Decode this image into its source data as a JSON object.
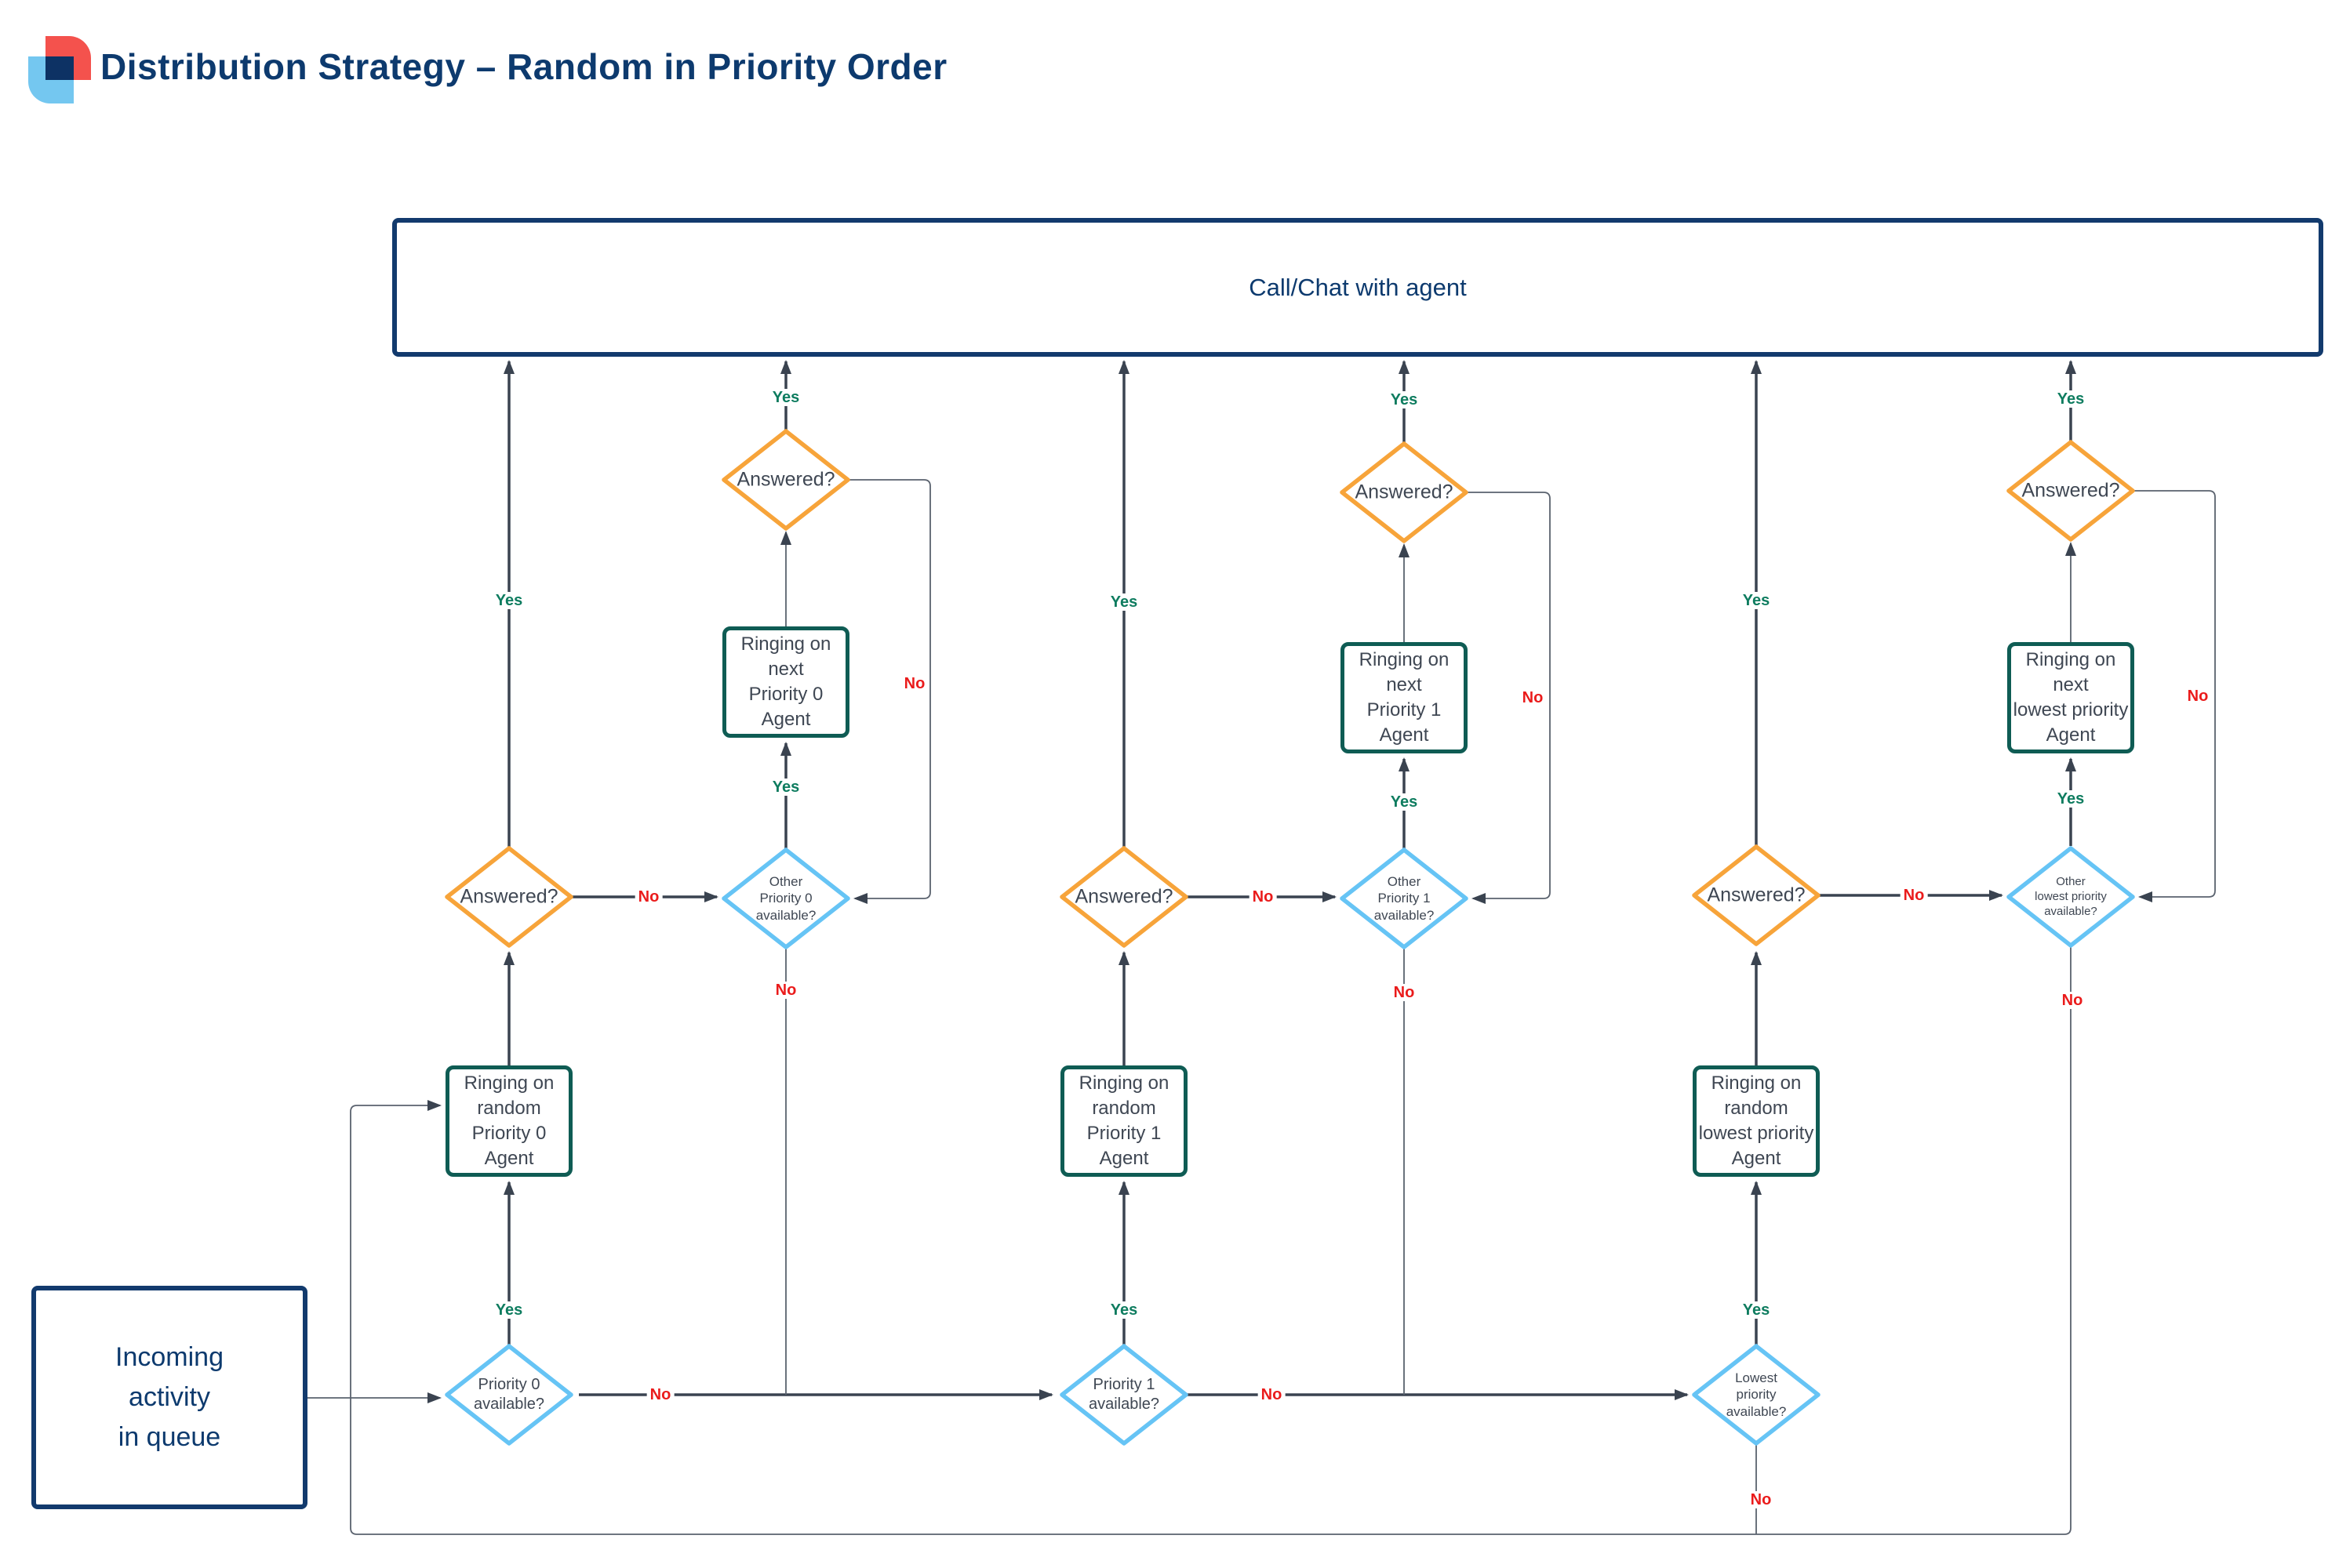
{
  "page": {
    "title": "Distribution Strategy – Random in Priority Order"
  },
  "labels": {
    "yes": "Yes",
    "no": "No"
  },
  "nodes": {
    "call_chat": "Call/Chat with agent",
    "incoming": "Incoming\nactivity\nin queue",
    "ringing_random_p0": "Ringing on\nrandom\nPriority 0\nAgent",
    "ringing_next_p0": "Ringing on\nnext\nPriority 0\nAgent",
    "ringing_random_p1": "Ringing on\nrandom\nPriority 1\nAgent",
    "ringing_next_p1": "Ringing on\nnext\nPriority 1\nAgent",
    "ringing_random_lowest": "Ringing on\nrandom\nlowest priority\nAgent",
    "ringing_next_lowest": "Ringing on\nnext\nlowest priority\nAgent",
    "answered": "Answered?",
    "p0_available": "Priority 0\navailable?",
    "other_p0_available": "Other\nPriority 0\navailable?",
    "p1_available": "Priority 1\navailable?",
    "other_p1_available": "Other\nPriority 1\navailable?",
    "lowest_available": "Lowest\npriority\navailable?",
    "other_lowest_available": "Other\nlowest priority\navailable?"
  },
  "colors": {
    "title_navy": "#0d3a6e",
    "terminator_border_navy": "#123a6d",
    "process_border_teal": "#0f5c54",
    "decision_border_orange": "#f7a43a",
    "decision_border_blue": "#66c4f5",
    "line_dark": "#3a4350",
    "line_thin": "#5a626e",
    "yes_green": "#0e7c5f",
    "no_red": "#ea1b1b",
    "logo_red": "#f4524d",
    "logo_blue": "#74c7f0",
    "logo_navy": "#0d3264"
  }
}
